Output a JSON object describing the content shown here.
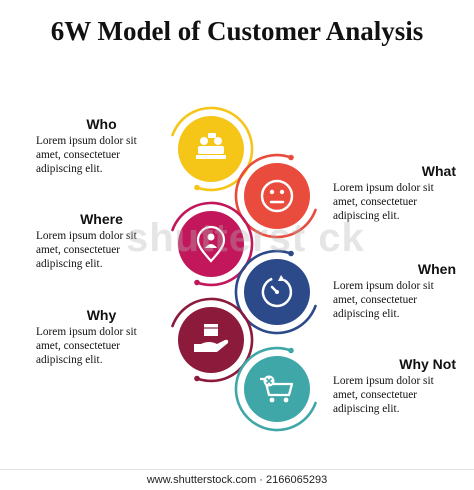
{
  "title": "6W Model of Customer Analysis",
  "watermark": "shutterst ck",
  "footer": "www.shutterstock.com · 2166065293",
  "items": [
    {
      "key": "who",
      "heading": "Who",
      "text": [
        "Lorem ipsum dolor sit",
        "amet, consectetuer",
        "adipiscing elit."
      ],
      "color": "#F5C518",
      "icon": "people-meeting-icon",
      "side": "left"
    },
    {
      "key": "what",
      "heading": "What",
      "text": [
        "Lorem ipsum dolor sit",
        "amet, consectetuer",
        "adipiscing elit."
      ],
      "color": "#E94B3C",
      "icon": "neutral-face-icon",
      "side": "right"
    },
    {
      "key": "where",
      "heading": "Where",
      "text": [
        "Lorem ipsum dolor sit",
        "amet, consectetuer",
        "adipiscing elit."
      ],
      "color": "#C2185B",
      "icon": "location-person-icon",
      "side": "left"
    },
    {
      "key": "when",
      "heading": "When",
      "text": [
        "Lorem ipsum dolor sit",
        "amet, consectetuer",
        "adipiscing elit."
      ],
      "color": "#2C4A8A",
      "icon": "timer-icon",
      "side": "right"
    },
    {
      "key": "why",
      "heading": "Why",
      "text": [
        "Lorem ipsum dolor sit",
        "amet, consectetuer",
        "adipiscing elit."
      ],
      "color": "#8B1A3B",
      "icon": "hand-box-icon",
      "side": "left"
    },
    {
      "key": "whynot",
      "heading": "Why Not",
      "text": [
        "Lorem ipsum dolor sit",
        "amet, consectetuer",
        "adipiscing elit."
      ],
      "color": "#3FA7A7",
      "icon": "cart-cancel-icon",
      "side": "right"
    }
  ]
}
